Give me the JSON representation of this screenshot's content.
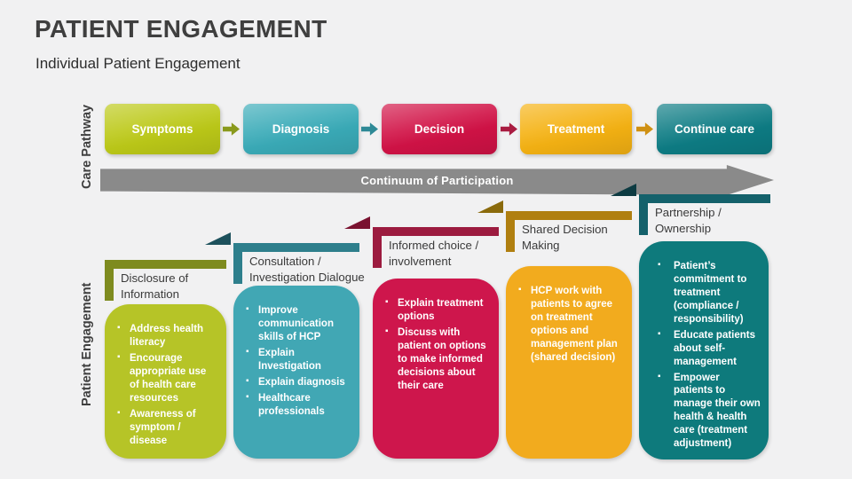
{
  "slide": {
    "title": "PATIENT ENGAGEMENT",
    "subtitle": "Individual Patient Engagement",
    "background_color": "#f1f1f2"
  },
  "care_pathway": {
    "label": "Care Pathway",
    "stages": [
      {
        "label": "Symptoms",
        "color": "#bcc918",
        "arrow_color": "#8a9a1d"
      },
      {
        "label": "Diagnosis",
        "color": "#3aabb8",
        "arrow_color": "#2e8996"
      },
      {
        "label": "Decision",
        "color": "#d11246",
        "arrow_color": "#a91c41"
      },
      {
        "label": "Treatment",
        "color": "#f5b213",
        "arrow_color": "#cf9012"
      },
      {
        "label": "Continue care",
        "color": "#0d7c84"
      }
    ],
    "continuum": {
      "label": "Continuum of Participation",
      "color": "#8a8a8a"
    }
  },
  "patient_engagement": {
    "label": "Patient Engagement",
    "columns": [
      {
        "title": "Disclosure of Information",
        "box_color": "#b6c427",
        "accent_color": "#7e8b1f",
        "bullets": [
          "Address health literacy",
          "Encourage appropriate use of health care resources",
          "Awareness of symptom / disease"
        ]
      },
      {
        "title": "Consultation / Investigation Dialogue",
        "box_color": "#41a7b4",
        "accent_color": "#2e7f8c",
        "flag_color": "#1d515c",
        "bullets": [
          "Improve communication skills of HCP",
          "Explain Investigation",
          "Explain diagnosis",
          "Healthcare professionals"
        ]
      },
      {
        "title": "Informed choice / involvement",
        "box_color": "#ce164c",
        "accent_color": "#9c1b3f",
        "flag_color": "#7a1230",
        "bullets": [
          "Explain treatment options",
          "Discuss with patient on options to make informed decisions about their care"
        ]
      },
      {
        "title": "Shared Decision Making",
        "box_color": "#f2ab1e",
        "accent_color": "#b07f10",
        "flag_color": "#8a6a0c",
        "bullets": [
          "HCP work with patients to agree on treatment options and management plan (shared decision)"
        ]
      },
      {
        "title": "Partnership / Ownership",
        "box_color": "#0e7a7c",
        "accent_color": "#14616b",
        "flag_color": "#0d3b42",
        "bullets": [
          "Patient’s commitment to treatment (compliance / responsibility)",
          "Educate patients about self-management",
          "Empower patients to manage their own health & health care (treatment adjustment)"
        ]
      }
    ]
  }
}
